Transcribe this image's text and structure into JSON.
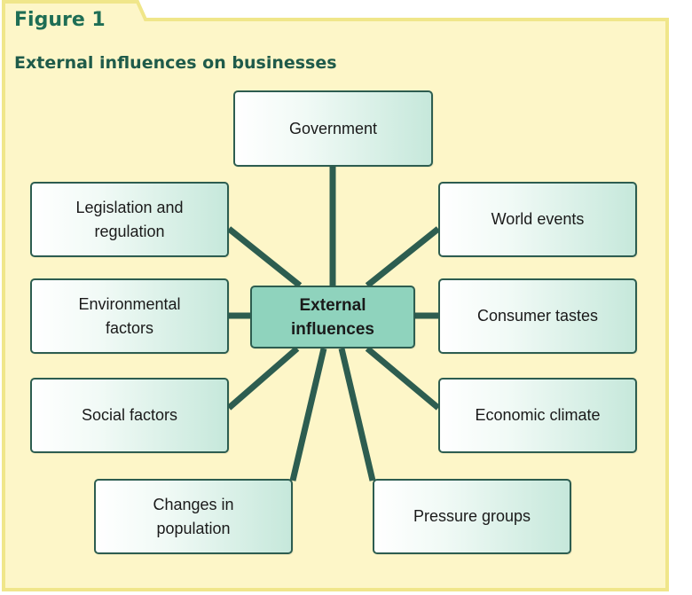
{
  "figure_label": "Figure 1",
  "title": "External influences on businesses",
  "center": {
    "line1": "External",
    "line2": "influences"
  },
  "nodes": {
    "government": {
      "line1": "Government"
    },
    "legislation": {
      "line1": "Legislation and",
      "line2": "regulation"
    },
    "world_events": {
      "line1": "World events"
    },
    "environmental": {
      "line1": "Environmental",
      "line2": "factors"
    },
    "consumer_tastes": {
      "line1": "Consumer tastes"
    },
    "social": {
      "line1": "Social factors"
    },
    "economic": {
      "line1": "Economic climate"
    },
    "population": {
      "line1": "Changes in",
      "line2": "population"
    },
    "pressure": {
      "line1": "Pressure groups"
    }
  },
  "colors": {
    "panel_fill": "#fdf6c8",
    "panel_border": "#f0e68a",
    "connector": "#2d5d50",
    "center_fill": "#8fd3bd",
    "label_text": "#1f6e55"
  }
}
